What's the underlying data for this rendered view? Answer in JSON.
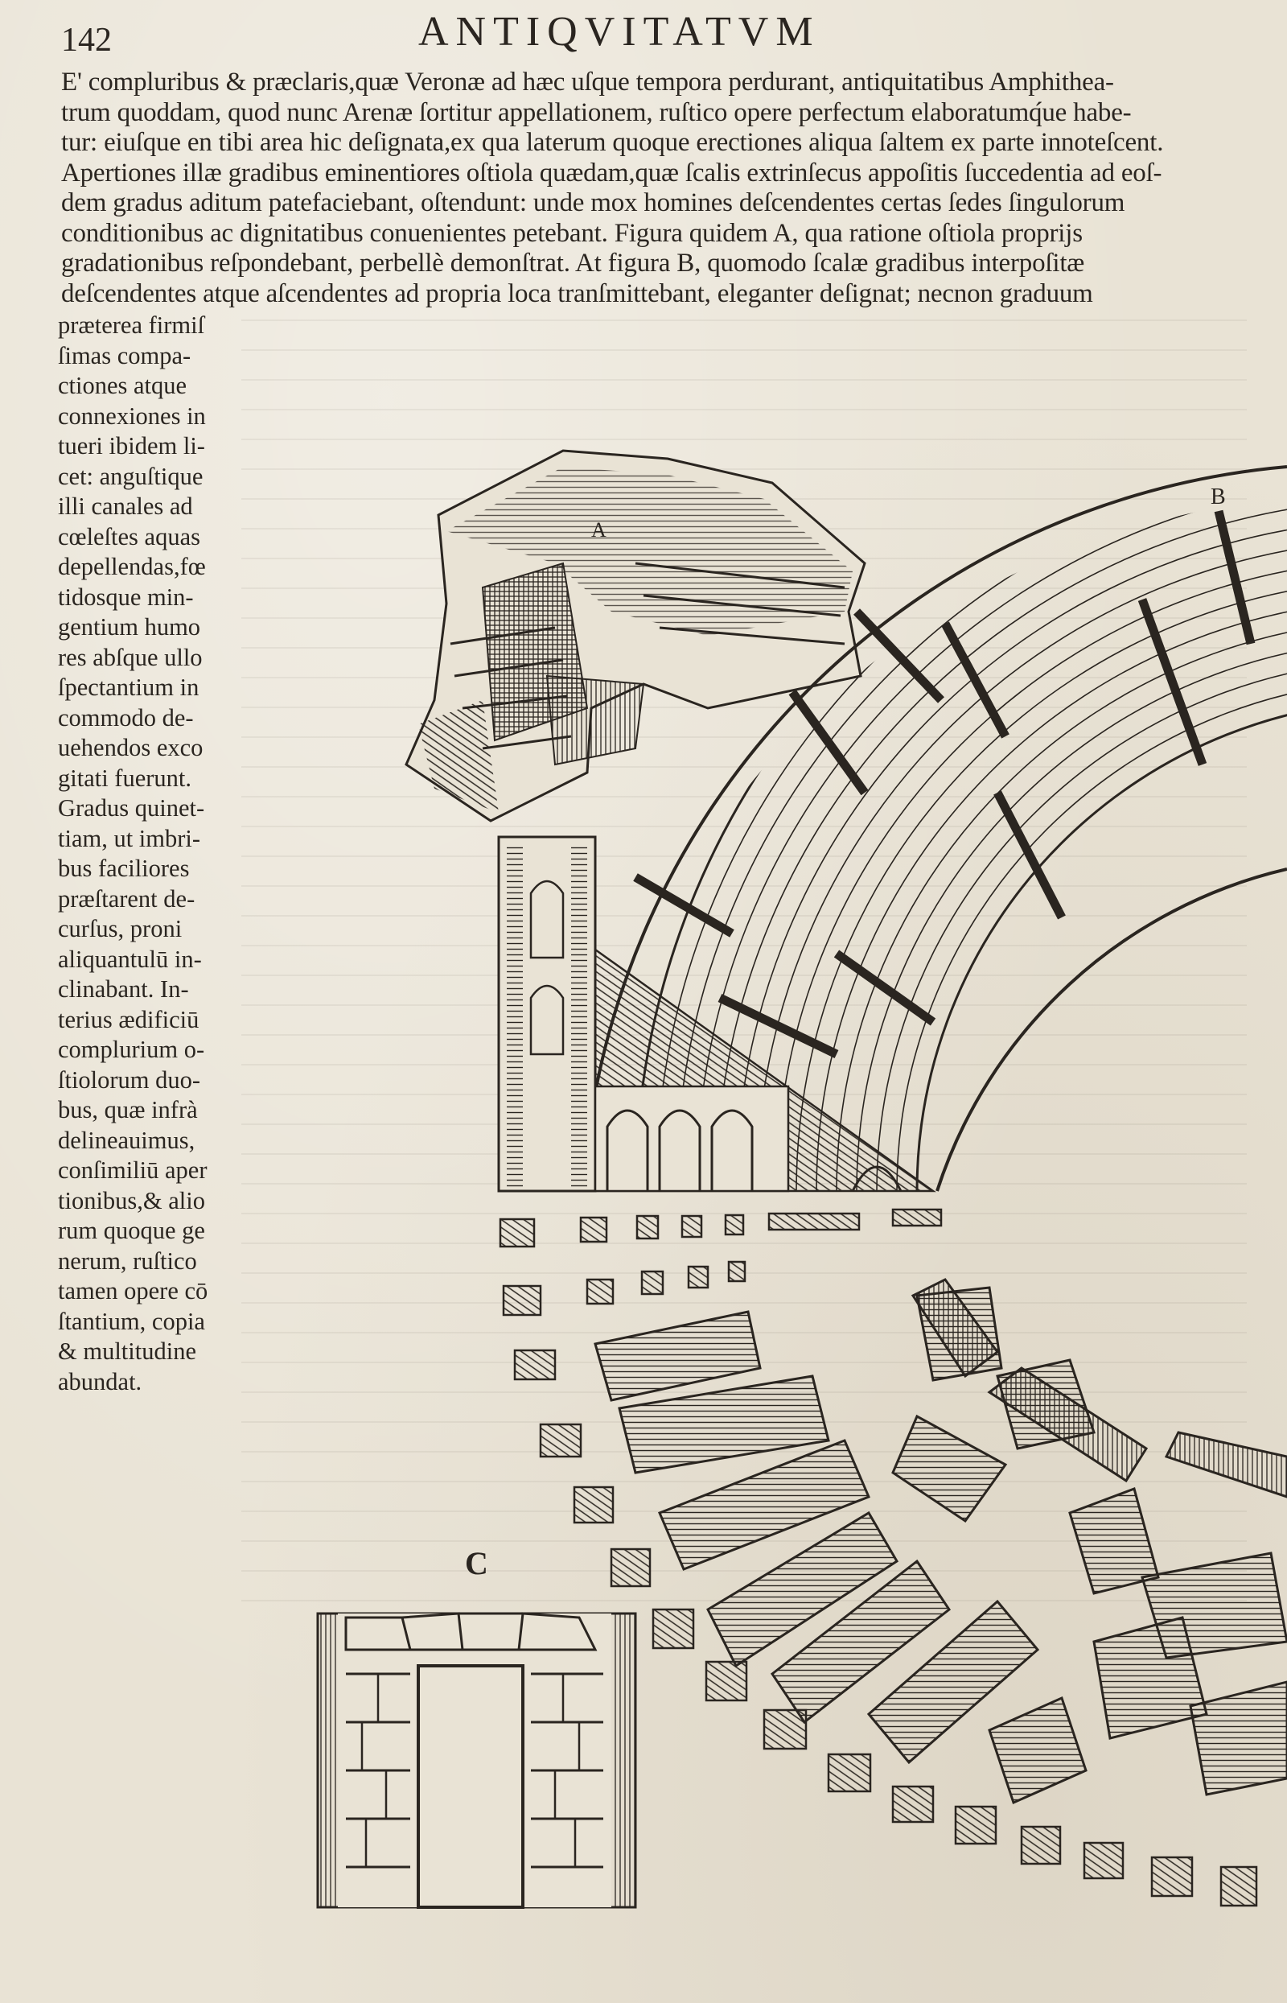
{
  "page": {
    "number": "142",
    "running_head": "ANTIQVITATVM"
  },
  "text": {
    "top_lines": [
      "E' compluribus & præclaris,quæ Veronæ ad hæc uſque tempora perdurant, antiquitatibus Amphithea-",
      "trum quoddam, quod nunc Arenæ ſortitur appellationem, ruſtico opere perfectum elaboratumq́ue habe-",
      "tur: eiuſque en tibi area hic deſignata,ex qua laterum quoque erectiones aliqua ſaltem ex parte innoteſcent.",
      "Apertiones illæ gradibus eminentiores oſtiola quædam,quæ ſcalis extrinſecus appoſitis ſuccedentia ad eoſ-",
      "dem gradus aditum patefaciebant, oſtendunt: unde mox homines deſcendentes certas ſedes ſingulorum",
      "conditionibus ac dignitatibus conuenientes petebant.  Figura quidem A, qua ratione oſtiola proprijs",
      "gradationibus reſpondebant, perbellè demonſtrat.  At figura B, quomodo ſcalæ gradibus interpoſitæ",
      "deſcendentes atque aſcendentes ad propria loca tranſmittebant, eleganter deſignat; necnon graduum"
    ],
    "left_column": [
      "præterea firmiſ",
      "ſimas compa-",
      "ctiones atque",
      "connexiones in",
      "tueri ibidem li-",
      "cet: anguſtique",
      "illi canales ad",
      "cœleſtes aquas",
      "depellendas,fœ",
      "tidosque min-",
      "gentium humo",
      "res abſque ullo",
      "ſpectantium in",
      "commodo de-",
      "uehendos exco",
      "gitati fuerunt.",
      "Gradus quinet-",
      "tiam, ut imbri-",
      "bus faciliores",
      "præſtarent de-",
      "curſus, proni",
      "aliquantulū in-",
      "clinabant. In-",
      "terius ædificiū",
      "complurium o-",
      "ſtiolorum duo-",
      "bus, quæ infrà",
      "delineauimus,",
      "conſimiliū aper",
      "tionibus,& alio",
      "rum quoque ge",
      "nerum, ruſtico",
      "tamen opere cō",
      "ſtantium, copia",
      "& multitudine",
      "abundat."
    ]
  },
  "figures": {
    "label_a": "A",
    "label_b": "B",
    "label_c": "C"
  },
  "colors": {
    "paper": "#e9e3d5",
    "ink": "#2a2520"
  }
}
